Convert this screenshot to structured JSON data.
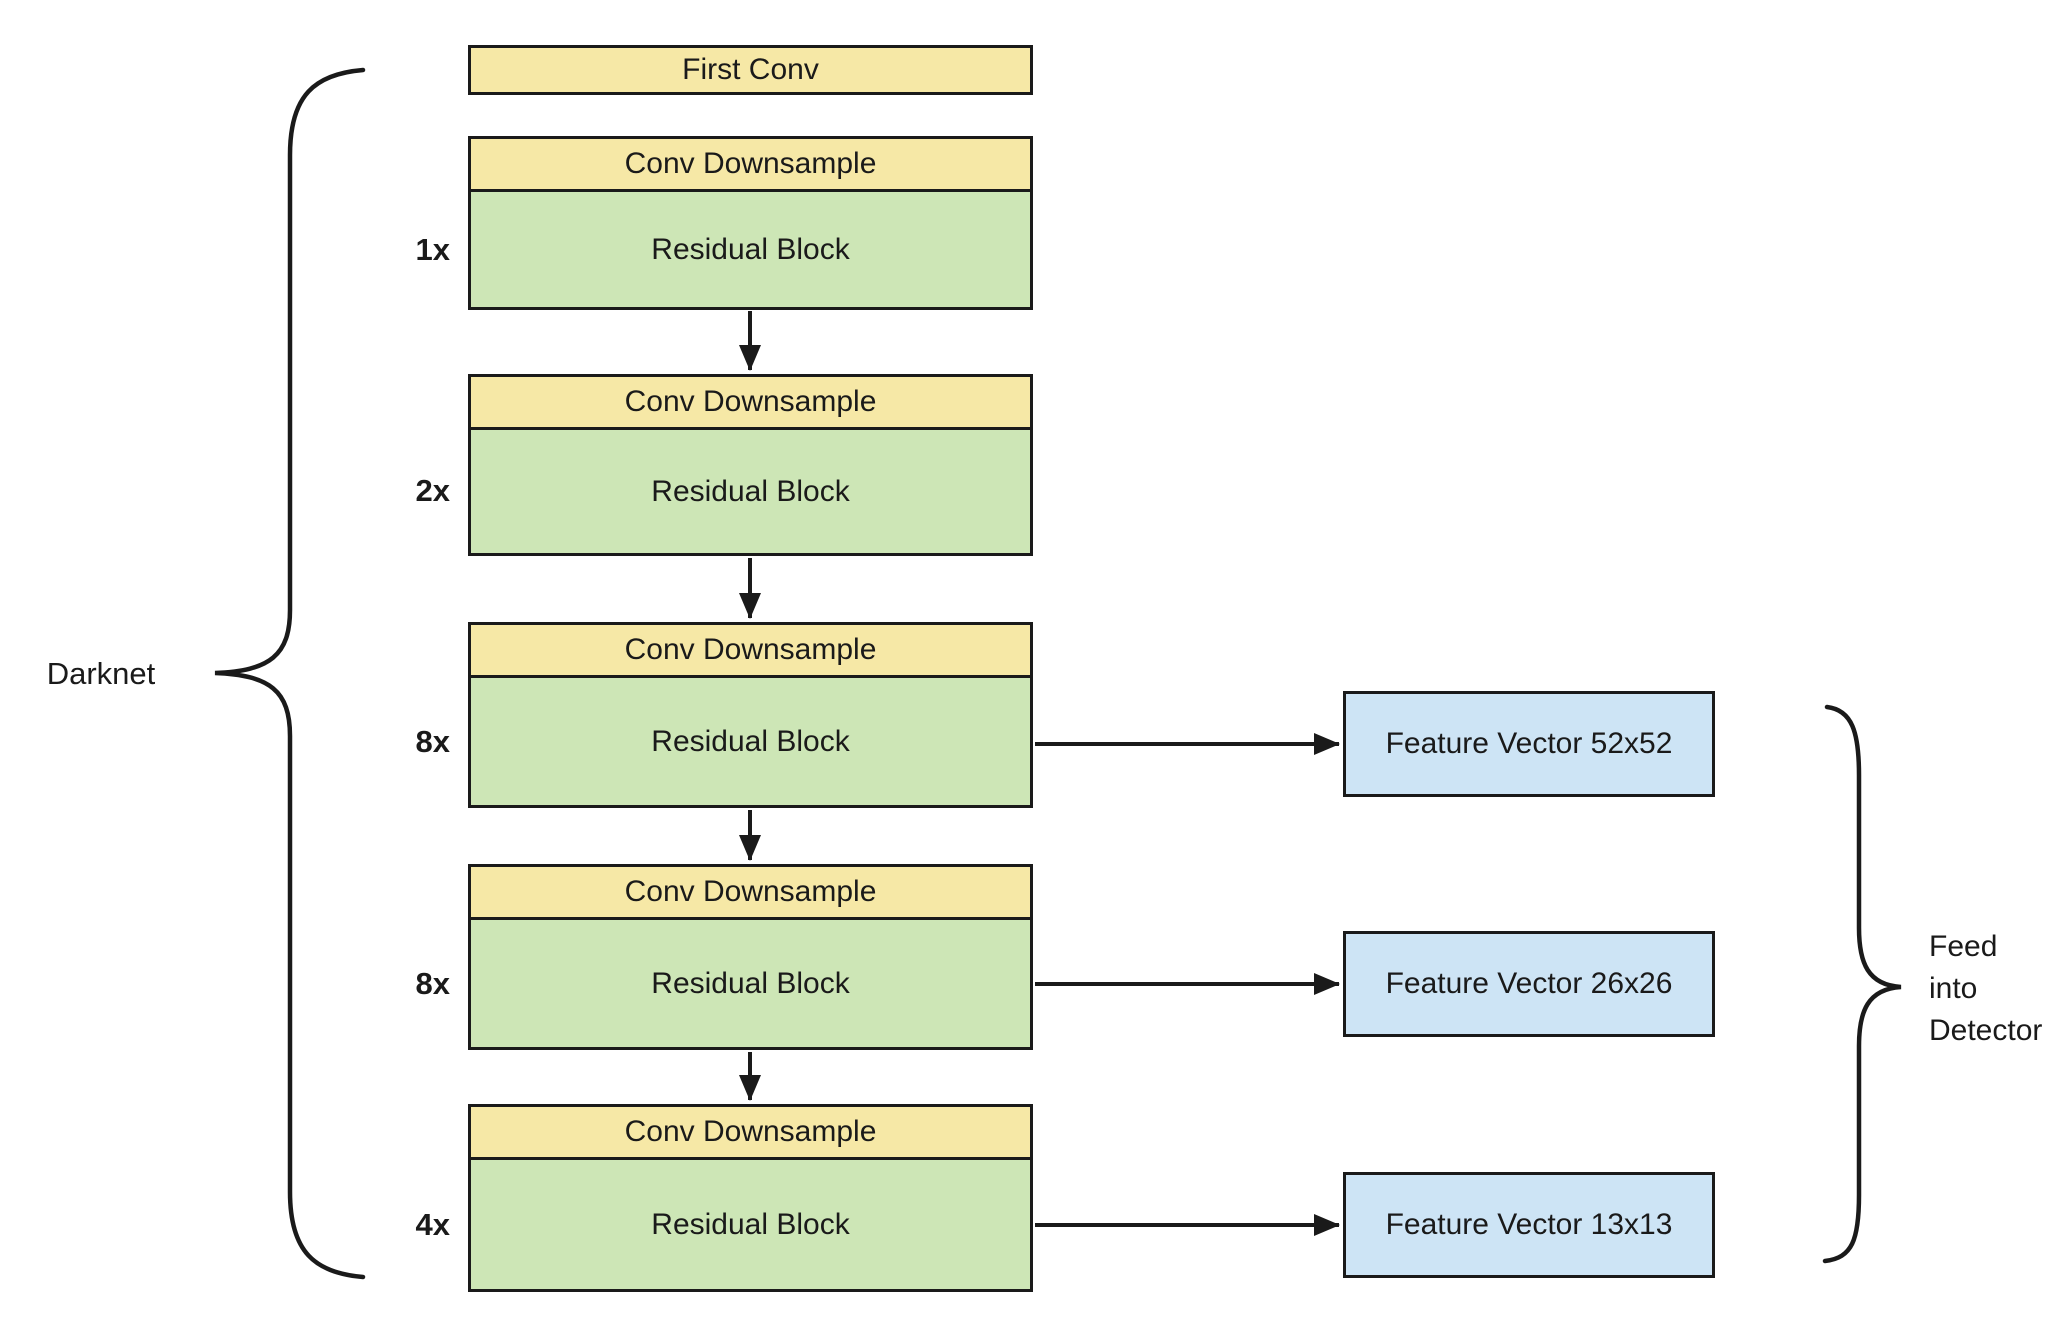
{
  "colors": {
    "background": "#ffffff",
    "conv_fill": "#f6e8a6",
    "residual_fill": "#cde6b6",
    "feature_fill": "#cde4f5",
    "border": "#1a1a1a",
    "text": "#1a1a1a"
  },
  "left_group": {
    "label": "Darknet"
  },
  "right_group": {
    "label": "Feed\ninto\nDetector"
  },
  "first_conv": {
    "label": "First Conv"
  },
  "stages": [
    {
      "multiplier": "1x",
      "downsample": "Conv Downsample",
      "residual": "Residual Block"
    },
    {
      "multiplier": "2x",
      "downsample": "Conv Downsample",
      "residual": "Residual Block"
    },
    {
      "multiplier": "8x",
      "downsample": "Conv Downsample",
      "residual": "Residual Block"
    },
    {
      "multiplier": "8x",
      "downsample": "Conv Downsample",
      "residual": "Residual Block"
    },
    {
      "multiplier": "4x",
      "downsample": "Conv Downsample",
      "residual": "Residual Block"
    }
  ],
  "feature_vectors": [
    {
      "label": "Feature Vector 52x52"
    },
    {
      "label": "Feature Vector 26x26"
    },
    {
      "label": "Feature Vector 13x13"
    }
  ]
}
